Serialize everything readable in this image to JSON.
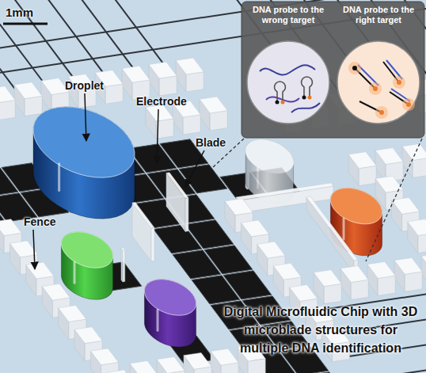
{
  "diagram": {
    "caption": "Digital Microfluidic Chip with 3D microblade structures for multiple DNA identification",
    "nodes": [
      {
        "text": [
          "DNA probe to the wrong target"
        ]
      },
      {
        "text": [
          "DNA probe to the right target"
        ]
      }
    ],
    "labels": [
      "1mm",
      "Droplet",
      "Electrode",
      "Blade",
      "Fence"
    ]
  }
}
